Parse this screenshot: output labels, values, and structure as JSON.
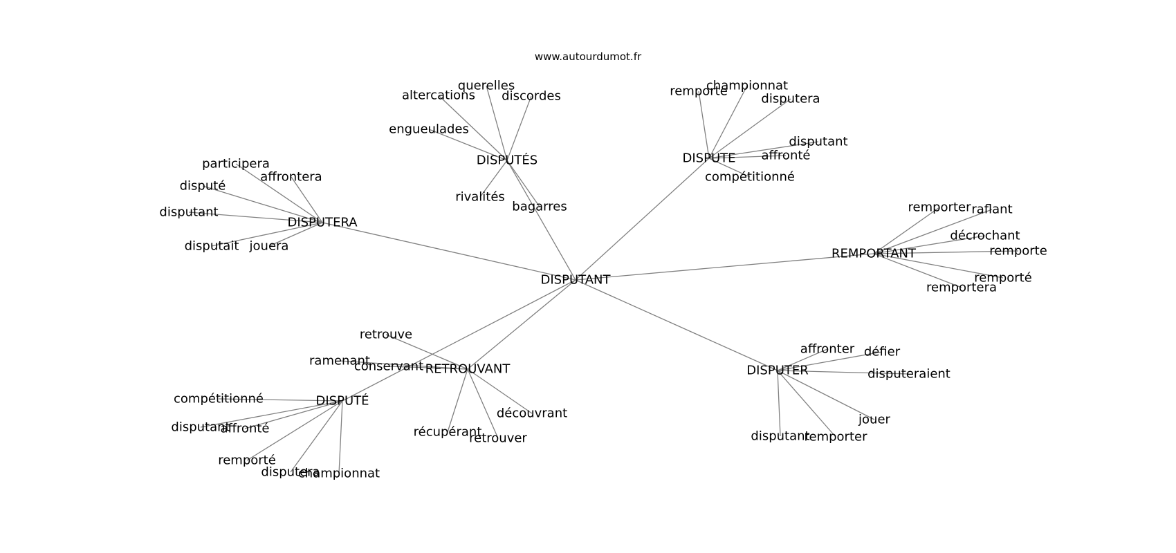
{
  "site": "www.autourdumot.fr",
  "center": "DISPUTANT",
  "clusters": [
    {
      "hub": "DISPUTÉS",
      "words": [
        "querelles",
        "altercations",
        "discordes",
        "engueulades",
        "rivalités",
        "bagarres"
      ]
    },
    {
      "hub": "DISPUTE",
      "words": [
        "remporte",
        "championnat",
        "disputera",
        "disputant",
        "affronté",
        "compétitionné"
      ]
    },
    {
      "hub": "DISPUTERA",
      "words": [
        "participera",
        "affrontera",
        "disputé",
        "disputant",
        "disputait",
        "jouera"
      ]
    },
    {
      "hub": "REMPORTANT",
      "words": [
        "remporter",
        "raflant",
        "décrochant",
        "remporte",
        "remporté",
        "remportera"
      ]
    },
    {
      "hub": "RETROUVANT",
      "words": [
        "retrouve",
        "ramenant",
        "conservant",
        "découvrant",
        "récupérant",
        "retrouver"
      ]
    },
    {
      "hub": "DISPUTÉ",
      "words": [
        "compétitionné",
        "disputant",
        "affronté",
        "remporté",
        "disputera",
        "championnat"
      ]
    },
    {
      "hub": "DISPUTER",
      "words": [
        "affronter",
        "défier",
        "disputeraient",
        "jouer",
        "disputant",
        "remporter"
      ]
    }
  ]
}
